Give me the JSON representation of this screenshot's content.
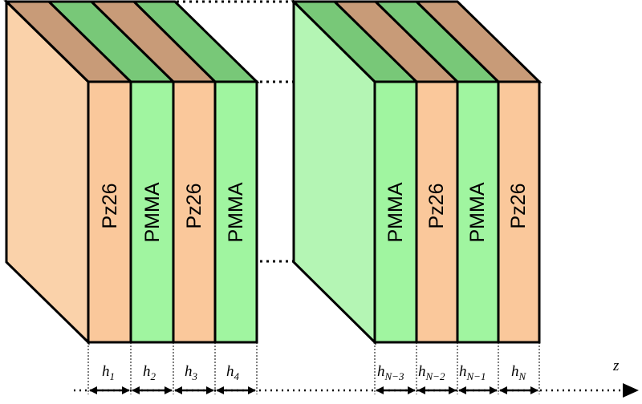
{
  "layers_left": [
    "Pz26",
    "PMMA",
    "Pz26",
    "PMMA"
  ],
  "layers_right": [
    "PMMA",
    "Pz26",
    "PMMA",
    "Pz26"
  ],
  "thickness_labels": {
    "h1": {
      "base": "h",
      "sub": "1"
    },
    "h2": {
      "base": "h",
      "sub": "2"
    },
    "h3": {
      "base": "h",
      "sub": "3"
    },
    "h4": {
      "base": "h",
      "sub": "4"
    },
    "hN3": {
      "base": "h",
      "sub": "N−3"
    },
    "hN2": {
      "base": "h",
      "sub": "N−2"
    },
    "hN1": {
      "base": "h",
      "sub": "N−1"
    },
    "hN": {
      "base": "h",
      "sub": "N"
    }
  },
  "axis_label": "z",
  "colors": {
    "pz26_front": "#FAC89B",
    "pz26_top": "#C89B78",
    "pmma_front": "#A0F5A0",
    "pmma_top": "#78C878",
    "side_left": "#FAD2AA",
    "side_right": "#B4F5B4"
  }
}
